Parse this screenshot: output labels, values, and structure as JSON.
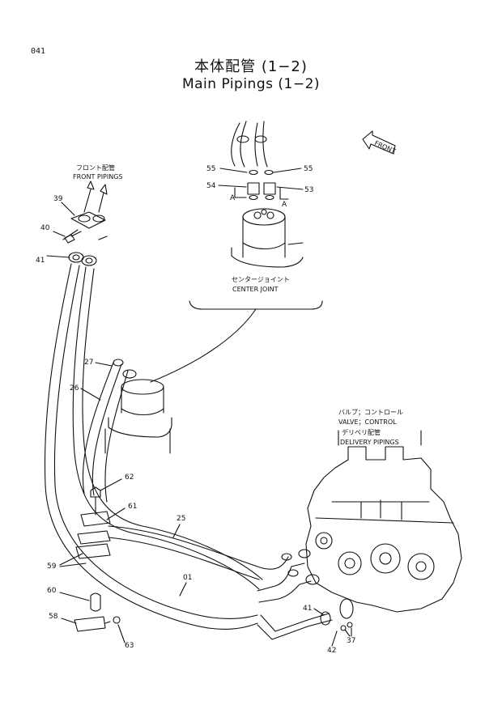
{
  "page_number": "041",
  "title": {
    "jp": "本体配管 (1−2)",
    "en": "Main Pipings (1−2)"
  },
  "orientation_tag": "FRONT",
  "captions": {
    "front_pipings_jp": "フロント配管",
    "front_pipings_en": "FRONT PIPINGS",
    "center_joint_jp": "センタージョイント",
    "center_joint_en": "CENTER JOINT",
    "valve_jp": "バルブ；コントロール",
    "valve_en": "VALVE；CONTROL",
    "delivery_jp": "デリベリ配管",
    "delivery_en": "DELIVERY PIPINGS"
  },
  "callouts": {
    "c55a": "55",
    "c55b": "55",
    "c54": "54",
    "c53": "53",
    "cA1": "A",
    "cA2": "A",
    "c39": "39",
    "c40": "40",
    "c41a": "41",
    "c27": "27",
    "c26": "26",
    "c62": "62",
    "c61": "61",
    "c25": "25",
    "c59": "59",
    "c01": "01",
    "c60": "60",
    "c58": "58",
    "c63": "63",
    "c41b": "41",
    "c37": "37",
    "c42": "42"
  }
}
